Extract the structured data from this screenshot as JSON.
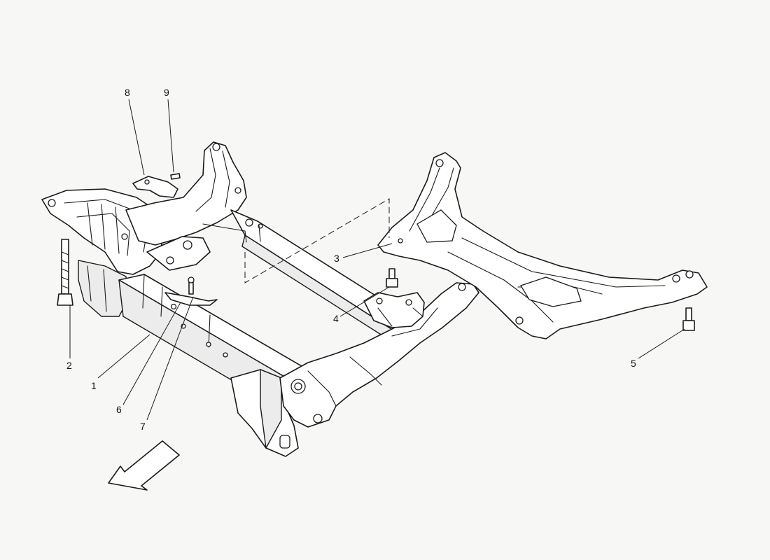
{
  "diagram": {
    "callouts": [
      {
        "id": "1",
        "label": "1"
      },
      {
        "id": "2",
        "label": "2"
      },
      {
        "id": "3",
        "label": "3"
      },
      {
        "id": "4",
        "label": "4"
      },
      {
        "id": "5",
        "label": "5"
      },
      {
        "id": "6",
        "label": "6"
      },
      {
        "id": "7",
        "label": "7"
      },
      {
        "id": "8",
        "label": "8"
      },
      {
        "id": "9",
        "label": "9"
      }
    ],
    "direction_arrow": "front-direction-arrow-icon"
  }
}
